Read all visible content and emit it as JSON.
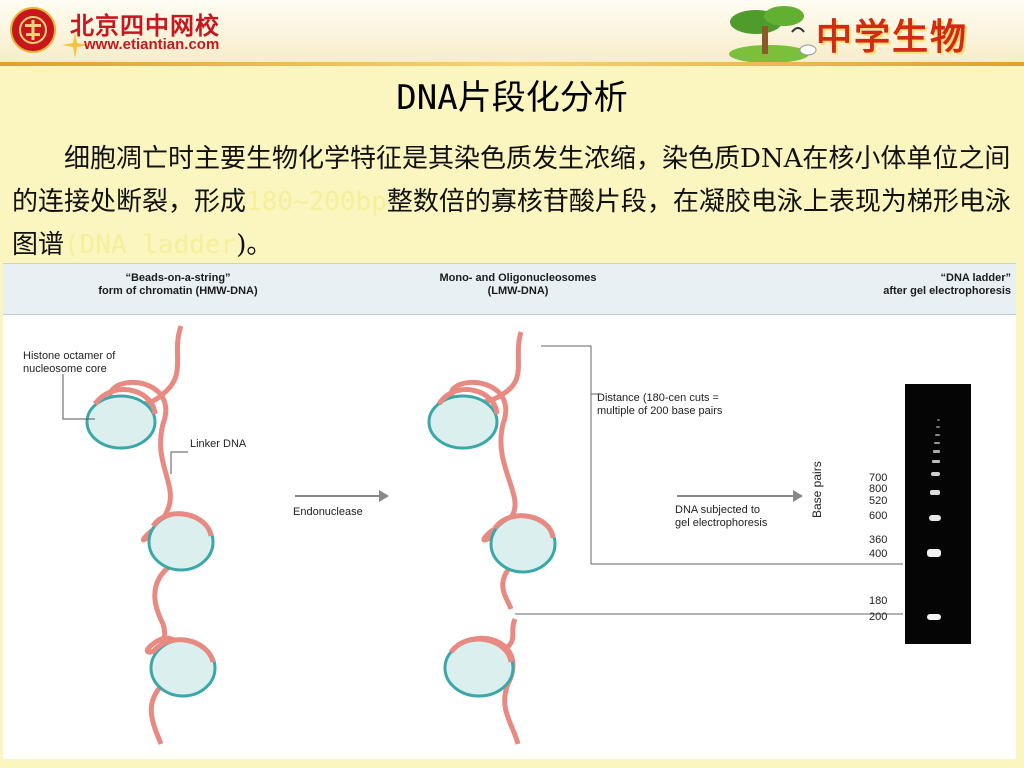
{
  "header": {
    "school_name": "北京四中网校",
    "school_url": "www.etiantian.com",
    "brand": "中学生物"
  },
  "slide": {
    "title": "DNA片段化分析",
    "para_part1": "细胞凋亡时主要生物化学特征是其染色质发生浓缩，染色质DNA在核小体单位之间的连接处断裂，形成",
    "para_highlight1": "180~200bp",
    "para_part2": "整数倍的寡核苷酸片段，在凝胶电泳上表现为梯形电泳图谱",
    "para_highlight2": "(DNA ladder",
    "para_part3": ")。"
  },
  "figure": {
    "caption_left_1": "“Beads-on-a-string”",
    "caption_left_2": "form of chromatin (HMW-DNA)",
    "caption_mid_1": "Mono- and Oligonucleosomes",
    "caption_mid_2": "(LMW-DNA)",
    "caption_right_1": "“DNA ladder”",
    "caption_right_2": "after gel electrophoresis",
    "label_histone_1": "Histone octamer of",
    "label_histone_2": "nucleosome core",
    "label_linker": "Linker DNA",
    "label_endonuclease": "Endonuclease",
    "label_distance_1": "Distance (180-cen cuts =",
    "label_distance_2": "multiple of 200 base pairs",
    "label_subjected_1": "DNA subjected to",
    "label_subjected_2": "gel electrophoresis",
    "axis_label": "Base pairs",
    "bp_labels": [
      "700",
      "800",
      "520",
      "600",
      "360",
      "400",
      "180",
      "200"
    ]
  },
  "colors": {
    "accent_red": "#c8161d",
    "slide_bg": "#fbf5bf",
    "highlight": "#f6f09a",
    "dna_strand": "#e88a82",
    "nucleosome": "#dcefef",
    "nucleosome_ring": "#3aa7a9"
  }
}
